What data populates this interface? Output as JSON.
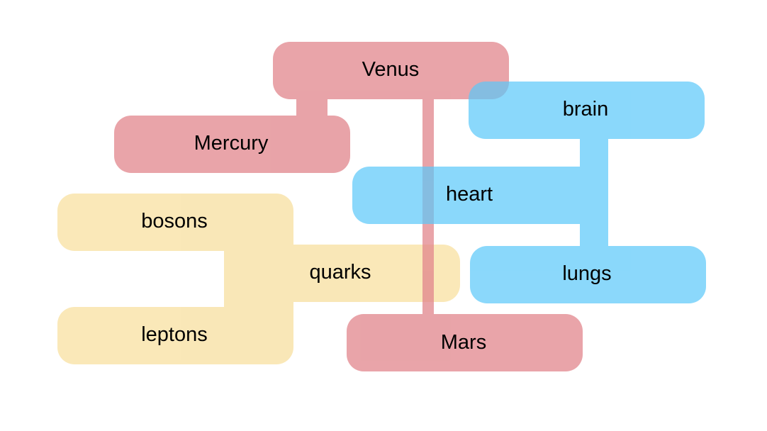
{
  "groups": [
    {
      "id": "planets",
      "color": "#e1858c",
      "nodes": [
        {
          "id": "venus",
          "label": "Venus"
        },
        {
          "id": "mercury",
          "label": "Mercury"
        },
        {
          "id": "mars",
          "label": "Mars"
        }
      ]
    },
    {
      "id": "organs",
      "color": "#5ac8fa",
      "nodes": [
        {
          "id": "brain",
          "label": "brain"
        },
        {
          "id": "heart",
          "label": "heart"
        },
        {
          "id": "lungs",
          "label": "lungs"
        }
      ]
    },
    {
      "id": "particles",
      "color": "#f8e0a0",
      "nodes": [
        {
          "id": "bosons",
          "label": "bosons"
        },
        {
          "id": "quarks",
          "label": "quarks"
        },
        {
          "id": "leptons",
          "label": "leptons"
        }
      ]
    }
  ]
}
